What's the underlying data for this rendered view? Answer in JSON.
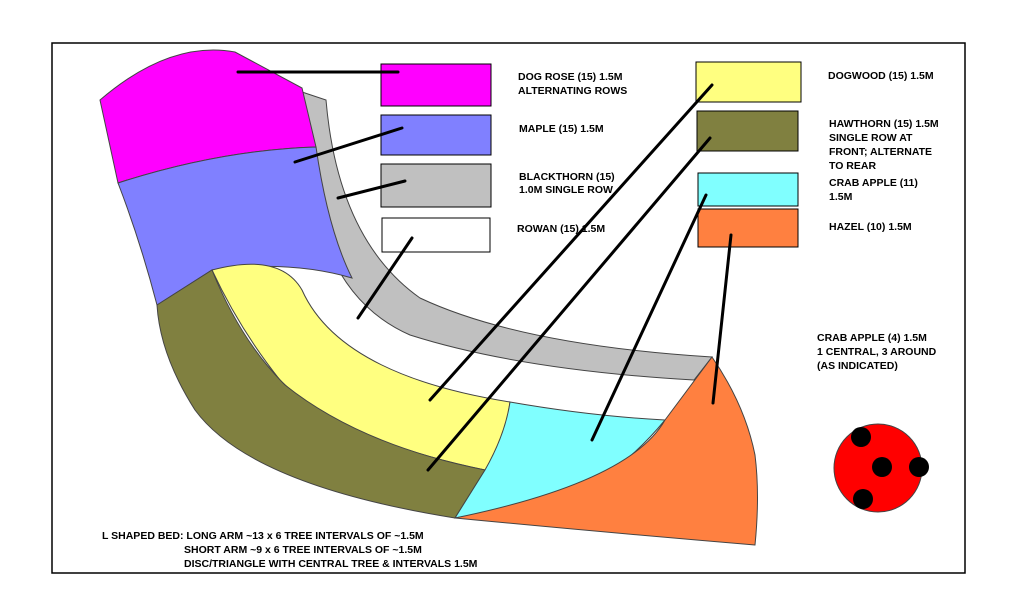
{
  "colors": {
    "dog_rose": "#ff00ff",
    "maple": "#8080ff",
    "blackthorn": "#c0c0c0",
    "rowan": "#ffffff",
    "dogwood": "#ffff80",
    "hawthorn": "#808040",
    "crab_apple": "#80ffff",
    "hazel": "#ff8040",
    "disc": "#ff0000",
    "tree_dot": "#000000"
  },
  "legend": {
    "dog_rose": [
      "DOG ROSE (15) 1.5M",
      "ALTERNATING ROWS"
    ],
    "maple": [
      "MAPLE (15) 1.5M"
    ],
    "blackthorn": [
      "BLACKTHORN (15)",
      "1.0M SINGLE ROW"
    ],
    "rowan": [
      "ROWAN (15) 1.5M"
    ],
    "dogwood": [
      "DOGWOOD (15) 1.5M"
    ],
    "hawthorn": [
      "HAWTHORN (15) 1.5M",
      "SINGLE ROW AT",
      "FRONT; ALTERNATE",
      "TO REAR"
    ],
    "crab_apple": [
      "CRAB APPLE (11)",
      "1.5M"
    ],
    "hazel": [
      "HAZEL (10) 1.5M"
    ]
  },
  "disc_note": [
    "CRAB APPLE (4) 1.5M",
    "1 CENTRAL, 3 AROUND",
    "(AS INDICATED)"
  ],
  "footer": [
    "L SHAPED BED:  LONG ARM ~13 x 6 TREE INTERVALS OF ~1.5M",
    "SHORT ARM  ~9 x 6 TREE INTERVALS OF ~1.5M",
    "DISC/TRIANGLE WITH CENTRAL TREE & INTERVALS 1.5M"
  ]
}
